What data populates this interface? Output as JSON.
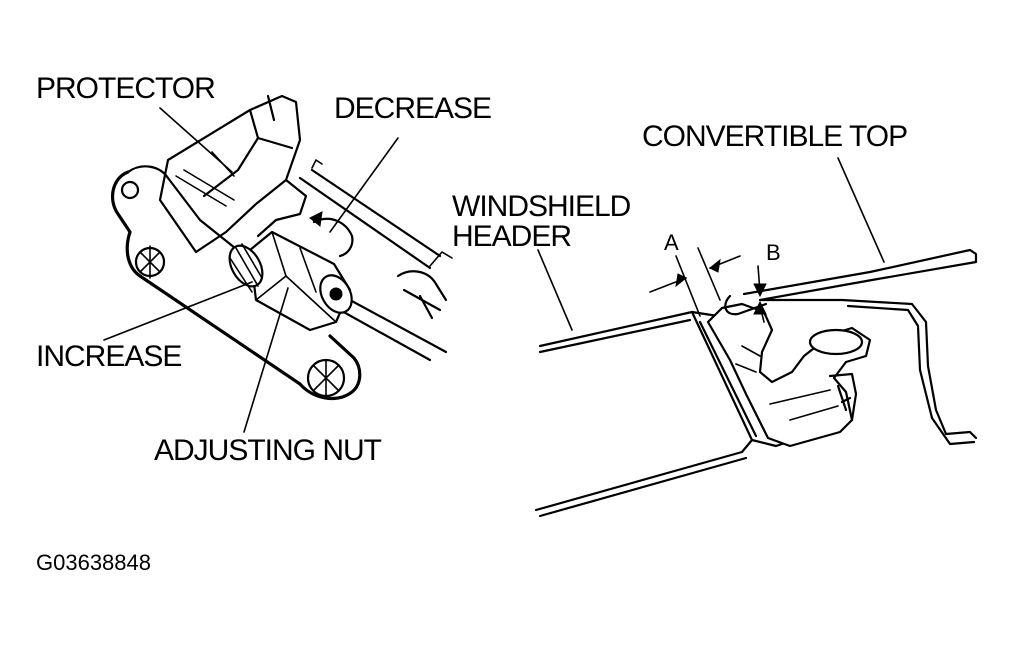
{
  "labels": {
    "protector": "PROTECTOR",
    "decrease": "DECREASE",
    "increase": "INCREASE",
    "adjusting_nut": "ADJUSTING NUT",
    "convertible_top": "CONVERTIBLE TOP",
    "windshield_header_line1": "WINDSHIELD",
    "windshield_header_line2": "HEADER",
    "dim_a": "A",
    "dim_b": "B",
    "figure_id": "G03638848"
  },
  "colors": {
    "ink": "#000000",
    "background": "#ffffff"
  }
}
